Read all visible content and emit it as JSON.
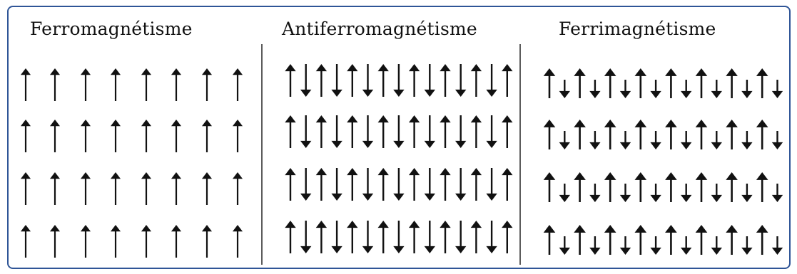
{
  "panels": [
    {
      "title": "Ferromagnétisme",
      "type": "ferro"
    },
    {
      "title": "Antiferromagnétisme",
      "type": "antiferro"
    },
    {
      "title": "Ferrimagnétisme",
      "type": "ferri"
    }
  ],
  "colors": {
    "border": "#2f5597",
    "arrow": "#111111",
    "text": "#111111"
  }
}
